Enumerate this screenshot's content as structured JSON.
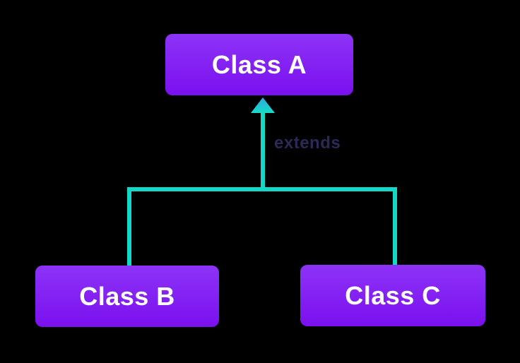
{
  "diagram_type": "class-inheritance-diagram",
  "nodes": {
    "a": {
      "label": "Class A",
      "role": "parent-class"
    },
    "b": {
      "label": "Class B",
      "role": "child-class"
    },
    "c": {
      "label": "Class C",
      "role": "child-class"
    }
  },
  "edge": {
    "label": "extends",
    "from": [
      "Class B",
      "Class C"
    ],
    "to": "Class A",
    "arrow_direction": "up"
  },
  "colors": {
    "background": "#000000",
    "node_gradient_top": "#8d33f7",
    "node_gradient_bottom": "#7a10ee",
    "node_text": "#ffffff",
    "connector": "#12d8c7",
    "arrowhead_top": "#2fa9e0",
    "arrowhead_bottom": "#16dcc6",
    "edge_label_color": "#2b2a56"
  }
}
